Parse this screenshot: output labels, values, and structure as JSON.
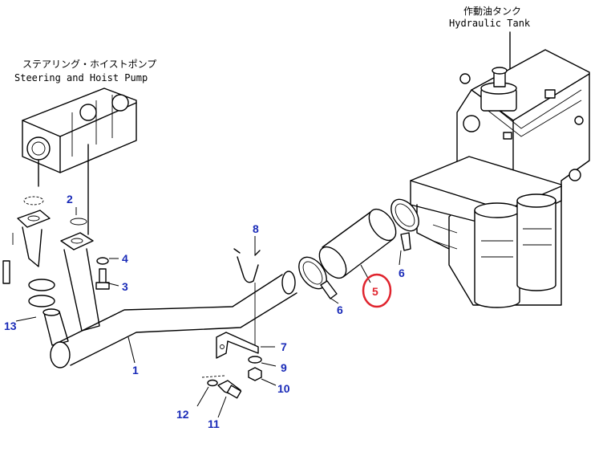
{
  "titles": {
    "tank_jp": "作動油タンク",
    "tank_en": "Hydraulic Tank",
    "pump_jp": "ステアリング・ホイストポンプ",
    "pump_en": "Steering and Hoist Pump"
  },
  "callouts": {
    "c1": "1",
    "c2": "2",
    "c3": "3",
    "c4": "4",
    "c5": "5",
    "c6a": "6",
    "c6b": "6",
    "c7": "7",
    "c8": "8",
    "c9": "9",
    "c10": "10",
    "c11": "11",
    "c12": "12",
    "c13": "13"
  },
  "colors": {
    "callout": "#1a2bb8",
    "highlight": "#e0242e",
    "line": "#000000"
  }
}
